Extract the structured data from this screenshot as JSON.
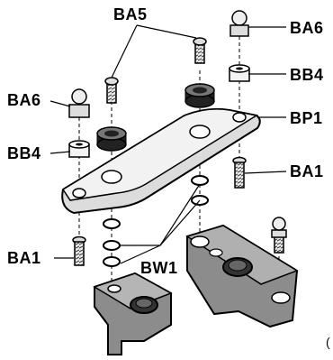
{
  "labels": {
    "ba5": "BA5",
    "ba6_top": "BA6",
    "ba6_left": "BA6",
    "bb4_right": "BB4",
    "bb4_left": "BB4",
    "bp1": "BP1",
    "ba1_right": "BA1",
    "ba1_left": "BA1",
    "bw1": "BW1",
    "edge_glyph": "("
  },
  "colors": {
    "outline": "#000000",
    "part_light": "#f2f2f2",
    "part_shadow": "#9a9a9a",
    "arm_fill": "#8c8c8c",
    "arm_dark": "#555555",
    "bushing_dark": "#222222"
  }
}
